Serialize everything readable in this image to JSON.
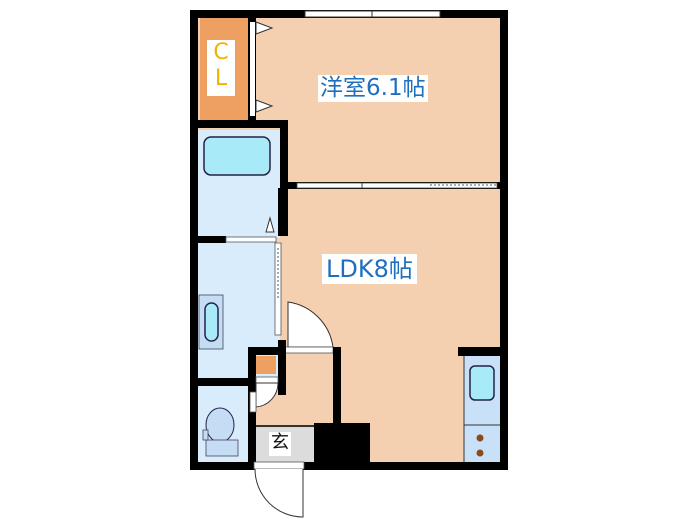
{
  "floorplan": {
    "rooms": [
      {
        "id": "western-room",
        "label": "洋室6.1帖",
        "type": "bedroom",
        "size_jo": 6.1
      },
      {
        "id": "ldk",
        "label": "LDK8帖",
        "type": "living-dining-kitchen",
        "size_jo": 8
      },
      {
        "id": "closet",
        "label_top": "C",
        "label_bottom": "L",
        "type": "closet"
      },
      {
        "id": "entrance",
        "label": "玄",
        "type": "entrance"
      },
      {
        "id": "bath",
        "type": "bathroom"
      },
      {
        "id": "washroom",
        "type": "washroom"
      },
      {
        "id": "toilet",
        "type": "toilet"
      },
      {
        "id": "kitchen",
        "type": "kitchen"
      }
    ]
  },
  "colors": {
    "wall": "#000000",
    "room_floor": "#f5d0b0",
    "closet": "#eda062",
    "wet_area": "#d9ecfb",
    "fixture": "#a8eaf8",
    "label_text": "#1f6fbf",
    "closet_text": "#f0b400",
    "entrance_floor": "#dcdcdc",
    "burner": "#8a4a1a"
  }
}
